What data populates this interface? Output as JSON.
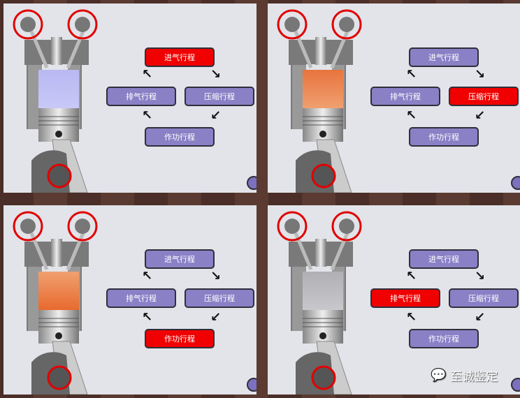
{
  "stages": [
    "进气行程",
    "压缩行程",
    "作功行程",
    "排气行程"
  ],
  "panels": [
    {
      "active": 0,
      "charge_color": "#b9b8f2",
      "charge_color2": "#c8c8f8"
    },
    {
      "active": 1,
      "charge_color": "#e8743e",
      "charge_color2": "#f0a070"
    },
    {
      "active": 2,
      "charge_color": "#f0a070",
      "charge_color2": "#e86a2e"
    },
    {
      "active": 3,
      "charge_color": "#b0b0b4",
      "charge_color2": "#c8c8cc"
    }
  ],
  "colors": {
    "active": "#f00000",
    "inactive": "#8a80c6",
    "highlight_ring": "#e00000"
  },
  "watermark": {
    "icon": "wechat-icon",
    "text": "至诚鉴定"
  }
}
